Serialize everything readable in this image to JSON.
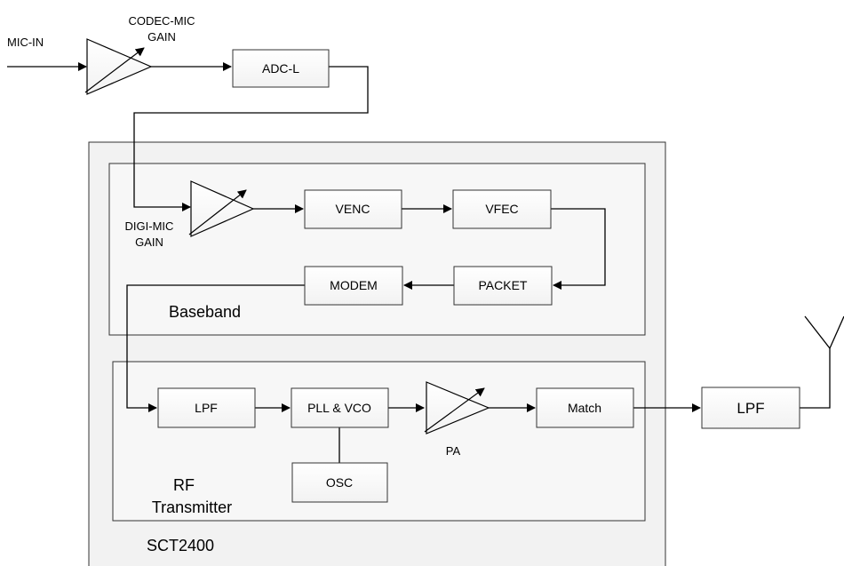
{
  "labels": {
    "mic_in": "MIC-IN",
    "codec_gain_1": "CODEC-MIC",
    "codec_gain_2": "GAIN",
    "digi_gain_1": "DIGI-MIC",
    "digi_gain_2": "GAIN",
    "pa": "PA",
    "baseband": "Baseband",
    "rf_1": "RF",
    "rf_2": "Transmitter",
    "chip": "SCT2400"
  },
  "blocks": {
    "adc": "ADC-L",
    "venc": "VENC",
    "vfec": "VFEC",
    "packet": "PACKET",
    "modem": "MODEM",
    "lpf_internal": "LPF",
    "pll_vco": "PLL & VCO",
    "osc": "OSC",
    "match": "Match",
    "lpf_external": "LPF"
  }
}
